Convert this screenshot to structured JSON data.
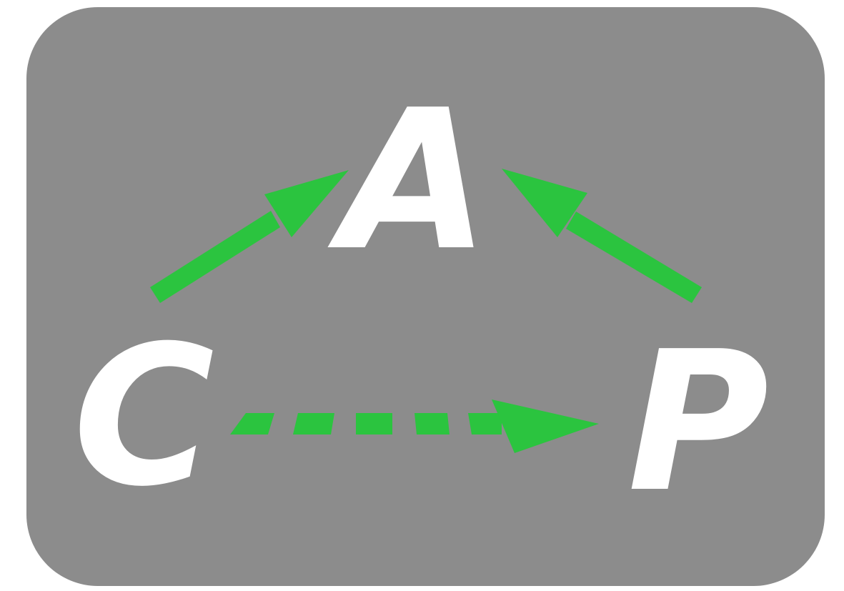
{
  "nodes": {
    "a": "A",
    "c": "C",
    "p": "P"
  },
  "colors": {
    "panel": "#8c8c8c",
    "arrow": "#2bc43f",
    "text": "#ffffff"
  },
  "edges": [
    {
      "from": "C",
      "to": "A",
      "style": "solid"
    },
    {
      "from": "P",
      "to": "A",
      "style": "solid"
    },
    {
      "from": "C",
      "to": "P",
      "style": "dashed"
    }
  ]
}
